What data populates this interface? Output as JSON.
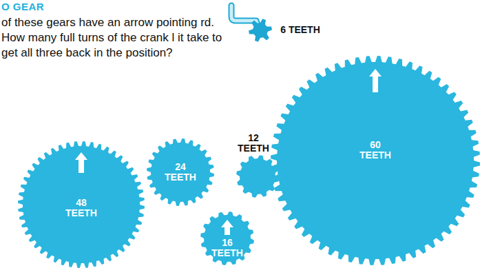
{
  "diagram": {
    "title": "O GEAR",
    "nodes": [
      {
        "text": [
          "48 TEETH"
        ]
      },
      {
        "text": [
          "24 TEETH"
        ]
      },
      {
        "text": [
          "12 TEETH"
        ]
      },
      {
        "text": [
          "16 TEETH"
        ]
      },
      {
        "text": [
          "60 TEETH"
        ]
      },
      {
        "text": [
          "6 TEETH"
        ]
      }
    ],
    "labels": [
      "of these gears have an arrow pointing rd. How many full turns of the crank l it take to get all three back in the position?"
    ]
  }
}
